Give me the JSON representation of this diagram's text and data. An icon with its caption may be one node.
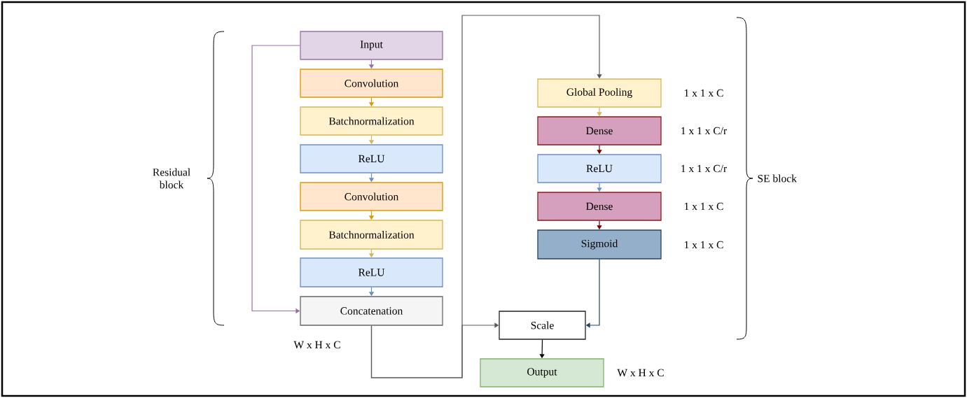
{
  "diagram": {
    "nodes": [
      {
        "text": [
          "Input"
        ]
      },
      {
        "text": [
          "Convolution"
        ]
      },
      {
        "text": [
          "Batchnormalization"
        ]
      },
      {
        "text": [
          "ReLU"
        ]
      },
      {
        "text": [
          "Convolution"
        ]
      },
      {
        "text": [
          "Batchnormalization"
        ]
      },
      {
        "text": [
          "ReLU"
        ]
      },
      {
        "text": [
          "Concatenation"
        ],
        "beside": [
          "W x H x C"
        ]
      },
      {
        "text": [
          "Global Pooling"
        ],
        "beside": [
          "1 x 1 x C"
        ]
      },
      {
        "text": [
          "Dense"
        ],
        "beside": [
          "1 x 1 x C/r"
        ]
      },
      {
        "text": [
          "ReLU"
        ],
        "beside": [
          "1 x 1 x C/r"
        ]
      },
      {
        "text": [
          "Dense"
        ],
        "beside": [
          "1 x 1 x C"
        ]
      },
      {
        "text": [
          "Sigmoid"
        ],
        "beside": [
          "1 x 1 x C"
        ]
      },
      {
        "text": [
          "Scale"
        ]
      },
      {
        "text": [
          "Output"
        ],
        "beside": [
          "W x H x C"
        ]
      }
    ],
    "edges": [
      {
        "from": 0,
        "to": 1,
        "arrow": "to",
        "color": "#9673a6"
      },
      {
        "from": 1,
        "to": 2,
        "arrow": "to",
        "color": "#d79b00"
      },
      {
        "from": 2,
        "to": 3,
        "arrow": "to",
        "color": "#d6b656"
      },
      {
        "from": 3,
        "to": 4,
        "arrow": "to",
        "color": "#6c8ebf"
      },
      {
        "from": 4,
        "to": 5,
        "arrow": "to",
        "color": "#d79b00"
      },
      {
        "from": 5,
        "to": 6,
        "arrow": "to",
        "color": "#d6b656"
      },
      {
        "from": 6,
        "to": 7,
        "arrow": "to",
        "color": "#6c8ebf"
      },
      {
        "from": 0,
        "to": 7,
        "arrow": "to",
        "color": "#9673a6"
      },
      {
        "from": 7,
        "to": 8,
        "arrow": "to",
        "color": "#595959"
      },
      {
        "from": 7,
        "to": 13,
        "arrow": "to",
        "color": "#595959"
      },
      {
        "from": 8,
        "to": 9,
        "arrow": "to",
        "color": "#d6b656"
      },
      {
        "from": 9,
        "to": 10,
        "arrow": "to",
        "color": "#6f0000"
      },
      {
        "from": 10,
        "to": 11,
        "arrow": "to",
        "color": "#6c8ebf"
      },
      {
        "from": 11,
        "to": 12,
        "arrow": "to",
        "color": "#6f0000"
      },
      {
        "from": 12,
        "to": 13,
        "arrow": "to",
        "color": "#23445d"
      },
      {
        "from": 13,
        "to": 14,
        "arrow": "to",
        "color": "#000000"
      }
    ],
    "labels": [
      "Residual block",
      "SE block"
    ]
  }
}
